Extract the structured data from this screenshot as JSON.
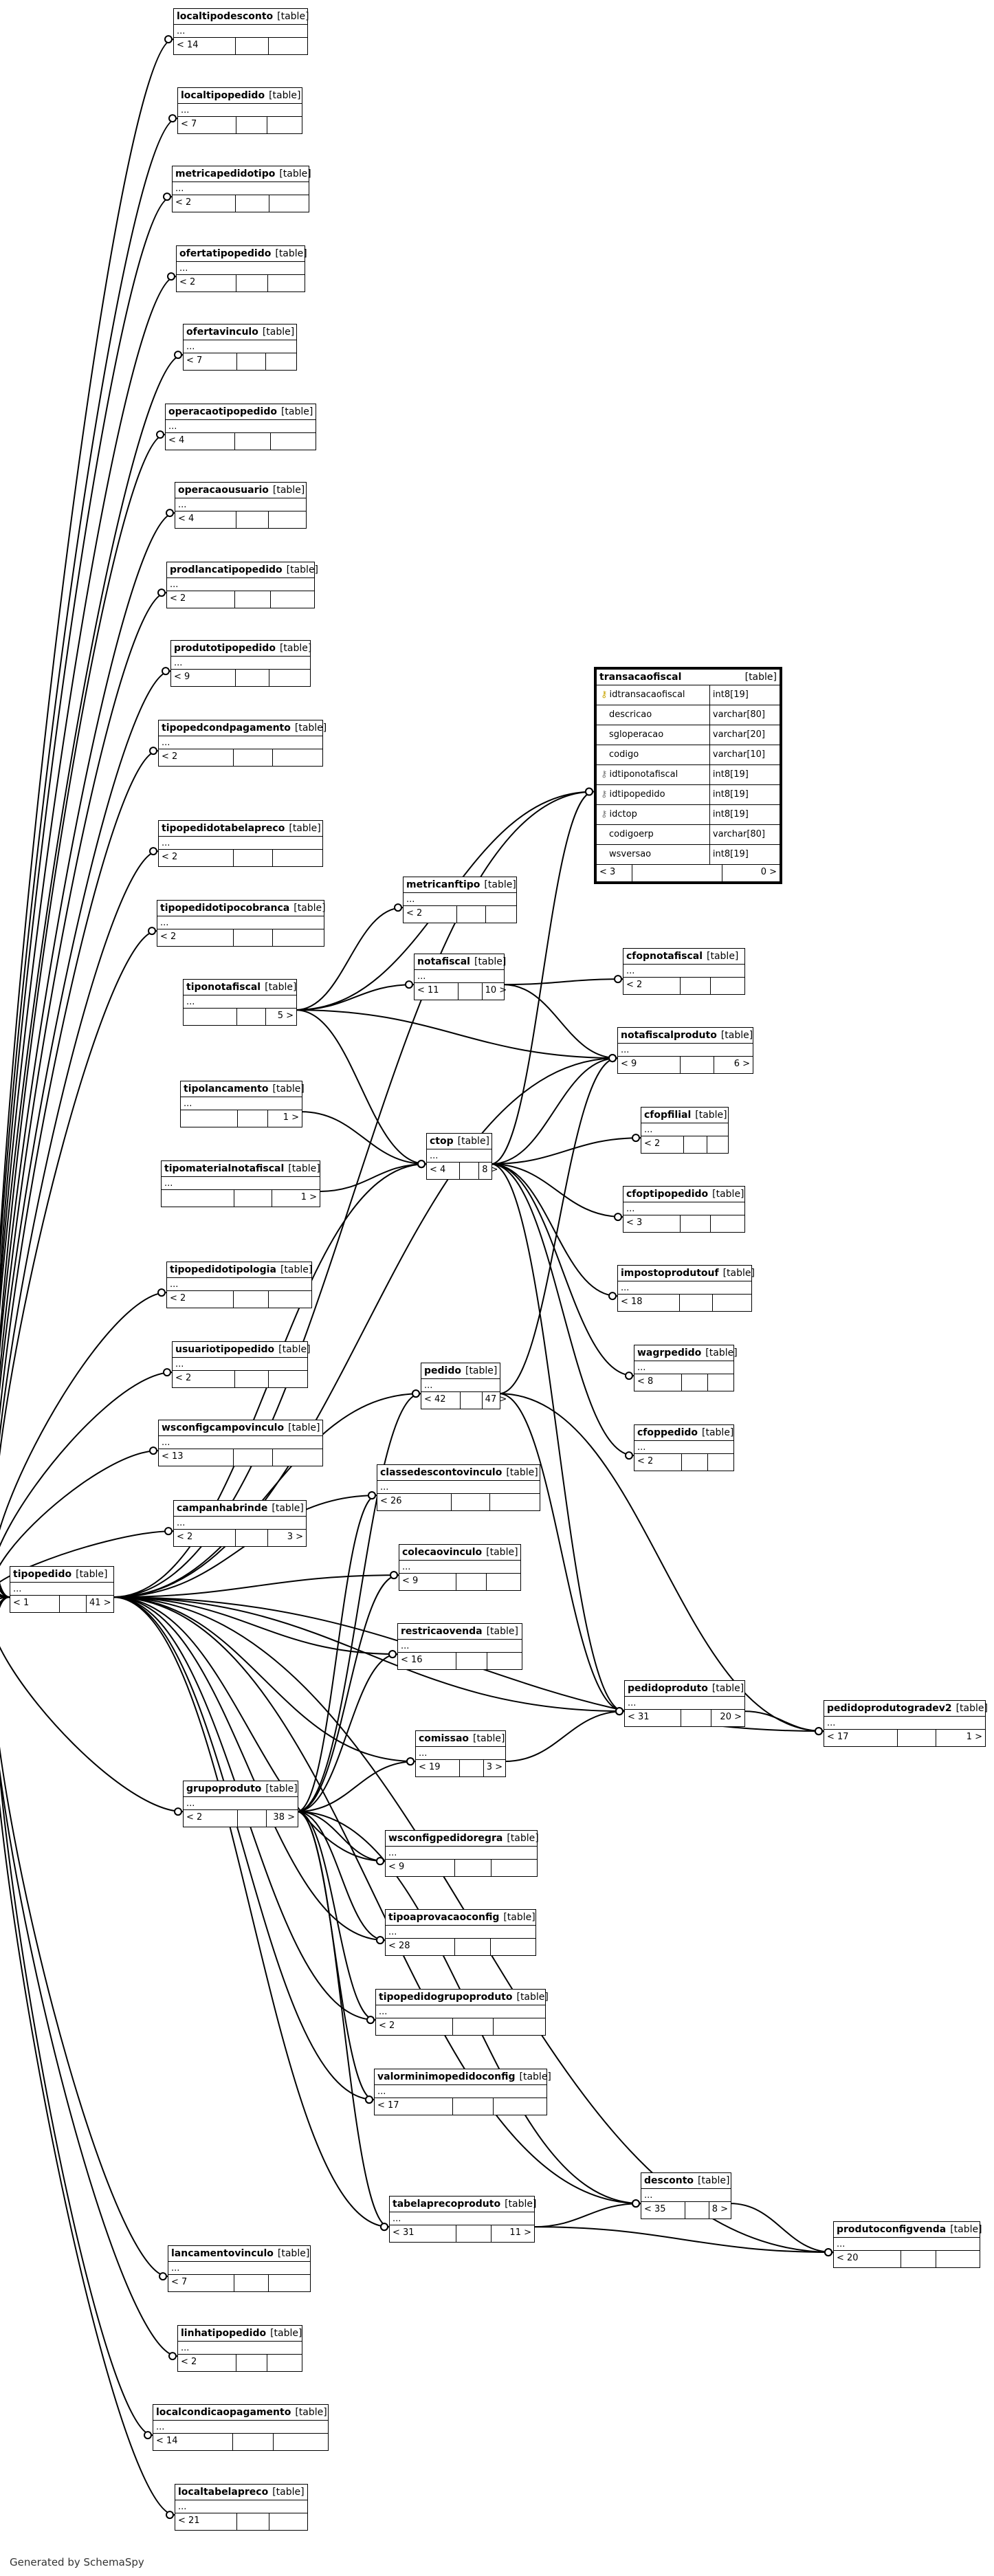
{
  "tables": [
    {
      "name": "localtipodesconto",
      "kind": "[table]",
      "ellipsis": "...",
      "foot": [
        "< 14",
        "",
        ""
      ]
    },
    {
      "name": "localtipopedido",
      "kind": "[table]",
      "ellipsis": "...",
      "foot": [
        "< 7",
        "",
        ""
      ]
    },
    {
      "name": "metricapedidotipo",
      "kind": "[table]",
      "ellipsis": "...",
      "foot": [
        "< 2",
        "",
        ""
      ]
    },
    {
      "name": "ofertatipopedido",
      "kind": "[table]",
      "ellipsis": "...",
      "foot": [
        "< 2",
        "",
        ""
      ]
    },
    {
      "name": "ofertavinculo",
      "kind": "[table]",
      "ellipsis": "...",
      "foot": [
        "< 7",
        "",
        ""
      ]
    },
    {
      "name": "operacaotipopedido",
      "kind": "[table]",
      "ellipsis": "...",
      "foot": [
        "< 4",
        "",
        ""
      ]
    },
    {
      "name": "operacaousuario",
      "kind": "[table]",
      "ellipsis": "...",
      "foot": [
        "< 4",
        "",
        ""
      ]
    },
    {
      "name": "prodlancatipopedido",
      "kind": "[table]",
      "ellipsis": "...",
      "foot": [
        "< 2",
        "",
        ""
      ]
    },
    {
      "name": "produtotipopedido",
      "kind": "[table]",
      "ellipsis": "...",
      "foot": [
        "< 9",
        "",
        ""
      ]
    },
    {
      "name": "tipopedcondpagamento",
      "kind": "[table]",
      "ellipsis": "...",
      "foot": [
        "< 2",
        "",
        ""
      ]
    },
    {
      "name": "tipopedidotabelapreco",
      "kind": "[table]",
      "ellipsis": "...",
      "foot": [
        "< 2",
        "",
        ""
      ]
    },
    {
      "name": "tipopedidotipocobranca",
      "kind": "[table]",
      "ellipsis": "...",
      "foot": [
        "< 2",
        "",
        ""
      ]
    },
    {
      "name": "metricanftipo",
      "kind": "[table]",
      "ellipsis": "...",
      "foot": [
        "< 2",
        "",
        ""
      ]
    },
    {
      "name": "tiponotafiscal",
      "kind": "[table]",
      "ellipsis": "...",
      "foot": [
        "",
        "",
        "5 >"
      ]
    },
    {
      "name": "notafiscal",
      "kind": "[table]",
      "ellipsis": "...",
      "foot": [
        "< 11",
        "",
        "10 >"
      ]
    },
    {
      "name": "cfopnotafiscal",
      "kind": "[table]",
      "ellipsis": "...",
      "foot": [
        "< 2",
        "",
        ""
      ]
    },
    {
      "name": "notafiscalproduto",
      "kind": "[table]",
      "ellipsis": "...",
      "foot": [
        "< 9",
        "",
        "6 >"
      ]
    },
    {
      "name": "tipolancamento",
      "kind": "[table]",
      "ellipsis": "...",
      "foot": [
        "",
        "",
        "1 >"
      ]
    },
    {
      "name": "cfopfilial",
      "kind": "[table]",
      "ellipsis": "...",
      "foot": [
        "< 2",
        "",
        ""
      ]
    },
    {
      "name": "tipomaterialnotafiscal",
      "kind": "[table]",
      "ellipsis": "...",
      "foot": [
        "",
        "",
        "1 >"
      ]
    },
    {
      "name": "ctop",
      "kind": "[table]",
      "ellipsis": "...",
      "foot": [
        "< 4",
        "",
        "8 >"
      ]
    },
    {
      "name": "cfoptipopedido",
      "kind": "[table]",
      "ellipsis": "...",
      "foot": [
        "< 3",
        "",
        ""
      ]
    },
    {
      "name": "impostoprodutouf",
      "kind": "[table]",
      "ellipsis": "...",
      "foot": [
        "< 18",
        "",
        ""
      ]
    },
    {
      "name": "tipopedidotipologia",
      "kind": "[table]",
      "ellipsis": "...",
      "foot": [
        "< 2",
        "",
        ""
      ]
    },
    {
      "name": "usuariotipopedido",
      "kind": "[table]",
      "ellipsis": "...",
      "foot": [
        "< 2",
        "",
        ""
      ]
    },
    {
      "name": "wagrpedido",
      "kind": "[table]",
      "ellipsis": "...",
      "foot": [
        "< 8",
        "",
        ""
      ]
    },
    {
      "name": "pedido",
      "kind": "[table]",
      "ellipsis": "...",
      "foot": [
        "< 42",
        "",
        "47 >"
      ]
    },
    {
      "name": "wsconfigcampovinculo",
      "kind": "[table]",
      "ellipsis": "...",
      "foot": [
        "< 13",
        "",
        ""
      ]
    },
    {
      "name": "cfoppedido",
      "kind": "[table]",
      "ellipsis": "...",
      "foot": [
        "< 2",
        "",
        ""
      ]
    },
    {
      "name": "classedescontovinculo",
      "kind": "[table]",
      "ellipsis": "...",
      "foot": [
        "< 26",
        "",
        ""
      ]
    },
    {
      "name": "campanhabrinde",
      "kind": "[table]",
      "ellipsis": "...",
      "foot": [
        "< 2",
        "",
        "3 >"
      ]
    },
    {
      "name": "colecaovinculo",
      "kind": "[table]",
      "ellipsis": "...",
      "foot": [
        "< 9",
        "",
        ""
      ]
    },
    {
      "name": "tipopedido",
      "kind": "[table]",
      "ellipsis": "...",
      "foot": [
        "< 1",
        "",
        "41 >"
      ]
    },
    {
      "name": "restricaovenda",
      "kind": "[table]",
      "ellipsis": "...",
      "foot": [
        "< 16",
        "",
        ""
      ]
    },
    {
      "name": "pedidoproduto",
      "kind": "[table]",
      "ellipsis": "...",
      "foot": [
        "< 31",
        "",
        "20 >"
      ]
    },
    {
      "name": "pedidoprodutogradev2",
      "kind": "[table]",
      "ellipsis": "...",
      "foot": [
        "< 17",
        "",
        "1 >"
      ]
    },
    {
      "name": "comissao",
      "kind": "[table]",
      "ellipsis": "...",
      "foot": [
        "< 19",
        "",
        "3 >"
      ]
    },
    {
      "name": "grupoproduto",
      "kind": "[table]",
      "ellipsis": "...",
      "foot": [
        "< 2",
        "",
        "38 >"
      ]
    },
    {
      "name": "wsconfigpedidoregra",
      "kind": "[table]",
      "ellipsis": "...",
      "foot": [
        "< 9",
        "",
        ""
      ]
    },
    {
      "name": "tipoaprovacaoconfig",
      "kind": "[table]",
      "ellipsis": "...",
      "foot": [
        "< 28",
        "",
        ""
      ]
    },
    {
      "name": "tipopedidogrupoproduto",
      "kind": "[table]",
      "ellipsis": "...",
      "foot": [
        "< 2",
        "",
        ""
      ]
    },
    {
      "name": "valorminimopedidoconfig",
      "kind": "[table]",
      "ellipsis": "...",
      "foot": [
        "< 17",
        "",
        ""
      ]
    },
    {
      "name": "tabelaprecoproduto",
      "kind": "[table]",
      "ellipsis": "...",
      "foot": [
        "< 31",
        "",
        "11 >"
      ]
    },
    {
      "name": "desconto",
      "kind": "[table]",
      "ellipsis": "...",
      "foot": [
        "< 35",
        "",
        "8 >"
      ]
    },
    {
      "name": "produtoconfigvenda",
      "kind": "[table]",
      "ellipsis": "...",
      "foot": [
        "< 20",
        "",
        ""
      ]
    },
    {
      "name": "lancamentovinculo",
      "kind": "[table]",
      "ellipsis": "...",
      "foot": [
        "< 7",
        "",
        ""
      ]
    },
    {
      "name": "linhatipopedido",
      "kind": "[table]",
      "ellipsis": "...",
      "foot": [
        "< 2",
        "",
        ""
      ]
    },
    {
      "name": "localcondicaopagamento",
      "kind": "[table]",
      "ellipsis": "...",
      "foot": [
        "< 14",
        "",
        ""
      ]
    },
    {
      "name": "localtabelapreco",
      "kind": "[table]",
      "ellipsis": "...",
      "foot": [
        "< 21",
        "",
        ""
      ]
    }
  ],
  "focus": {
    "name": "transacaofiscal",
    "kind": "[table]",
    "columns": [
      {
        "name": "idtransacaofiscal",
        "type": "int8[19]",
        "key": "pk"
      },
      {
        "name": "descricao",
        "type": "varchar[80]",
        "key": ""
      },
      {
        "name": "sgloperacao",
        "type": "varchar[20]",
        "key": ""
      },
      {
        "name": "codigo",
        "type": "varchar[10]",
        "key": ""
      },
      {
        "name": "idtiponotafiscal",
        "type": "int8[19]",
        "key": "fk"
      },
      {
        "name": "idtipopedido",
        "type": "int8[19]",
        "key": "fk"
      },
      {
        "name": "idctop",
        "type": "int8[19]",
        "key": "fk"
      },
      {
        "name": "codigoerp",
        "type": "varchar[80]",
        "key": ""
      },
      {
        "name": "wsversao",
        "type": "int8[19]",
        "key": ""
      }
    ],
    "foot": [
      "< 3",
      "",
      "0 >"
    ]
  },
  "footer": "Generated by SchemaSpy",
  "colors": {
    "line": "#000000",
    "key": "#c9a400"
  }
}
